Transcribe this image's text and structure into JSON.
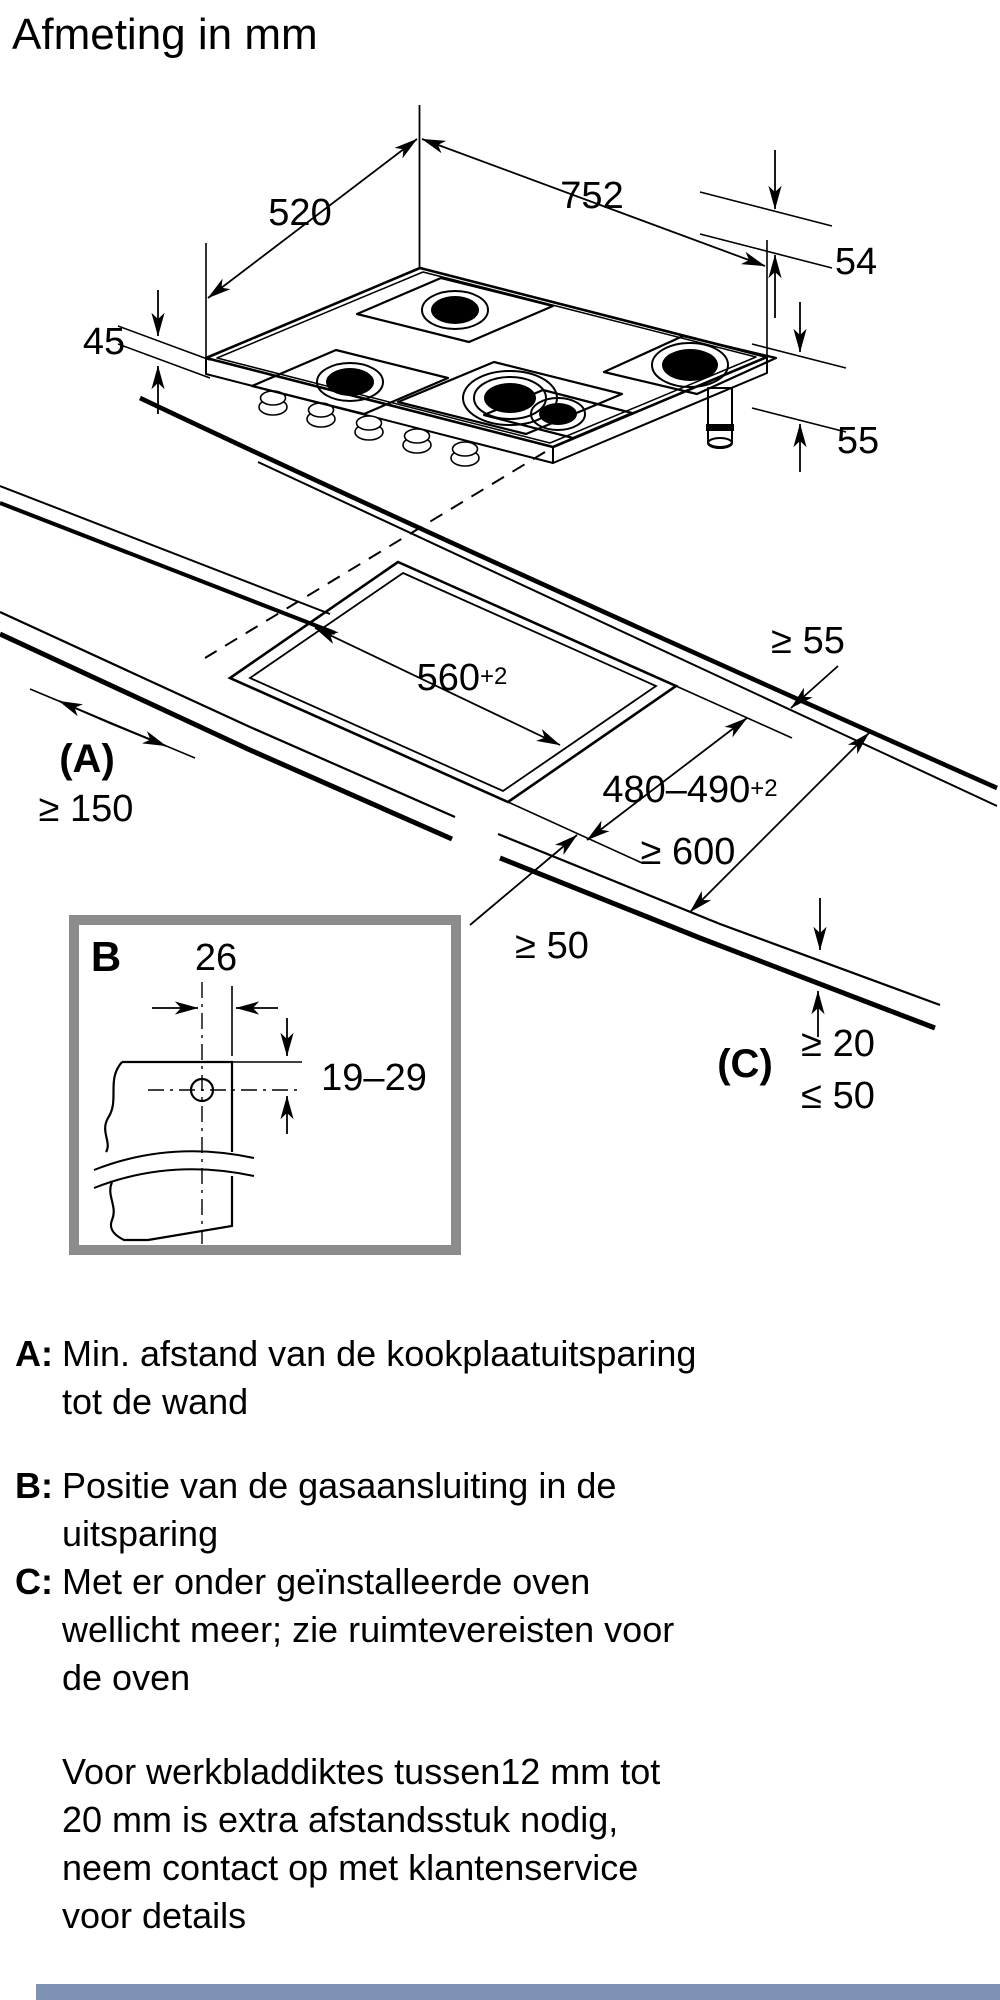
{
  "title": "Afmeting in mm",
  "colors": {
    "line": "#000000",
    "inset_border": "#8c8c8c",
    "scrollbar_thumb": "#7e93b4"
  },
  "dims": {
    "depth": "520",
    "width": "752",
    "edge_back_right": "54",
    "rim_height": "45",
    "body_height": "55",
    "cutout_width": "560",
    "cutout_width_tol": "+2",
    "cutout_depth": "480–490",
    "cutout_depth_tol": "+2",
    "clearance_back": "≥ 55",
    "label_a": "(A)",
    "clearance_left": "≥ 150",
    "worktop_depth": "≥ 600",
    "clearance_front": "≥ 50",
    "label_c": "(C)",
    "c_min": "≥ 20",
    "c_max": "≤ 50",
    "inset_label": "B",
    "gas_offset": "26",
    "gas_depth_range": "19–29"
  },
  "legend": {
    "a": {
      "key": "A:",
      "lines": [
        "Min. afstand van de kookplaatuitsparing",
        "tot de wand"
      ]
    },
    "b": {
      "key": "B:",
      "lines": [
        "Positie van de gasaansluiting in de",
        "uitsparing"
      ]
    },
    "c": {
      "key": "C:",
      "lines": [
        "Met er onder geïnstalleerde oven",
        "wellicht meer; zie ruimtevereisten voor",
        "de oven"
      ]
    },
    "note": {
      "lines": [
        "Voor werkbladdiktes tussen12 mm tot",
        "20 mm is extra afstandsstuk nodig,",
        "neem contact op met klantenservice",
        "voor details"
      ]
    }
  }
}
